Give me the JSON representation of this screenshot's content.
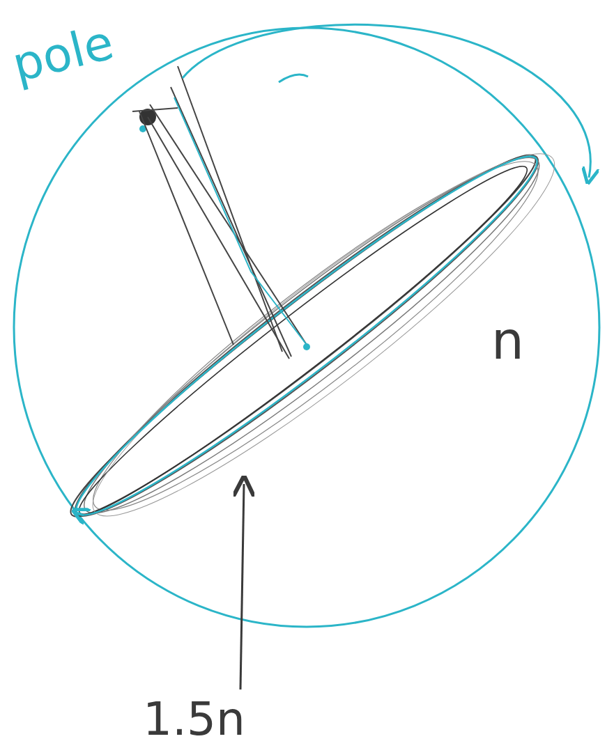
{
  "diagram": {
    "labels": [
      "pole",
      "n",
      "1.5n"
    ]
  }
}
